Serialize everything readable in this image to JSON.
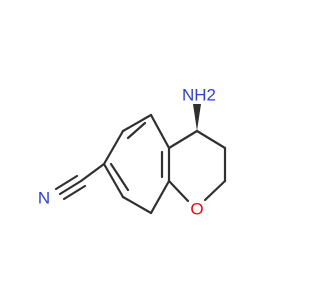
{
  "molecule": {
    "atoms": {
      "amine": "NH2",
      "nitrile_n": "N",
      "ring_o": "O"
    },
    "colors": {
      "bond": "#303030",
      "nitrogen": "#3040d0",
      "oxygen": "#e01010"
    }
  }
}
